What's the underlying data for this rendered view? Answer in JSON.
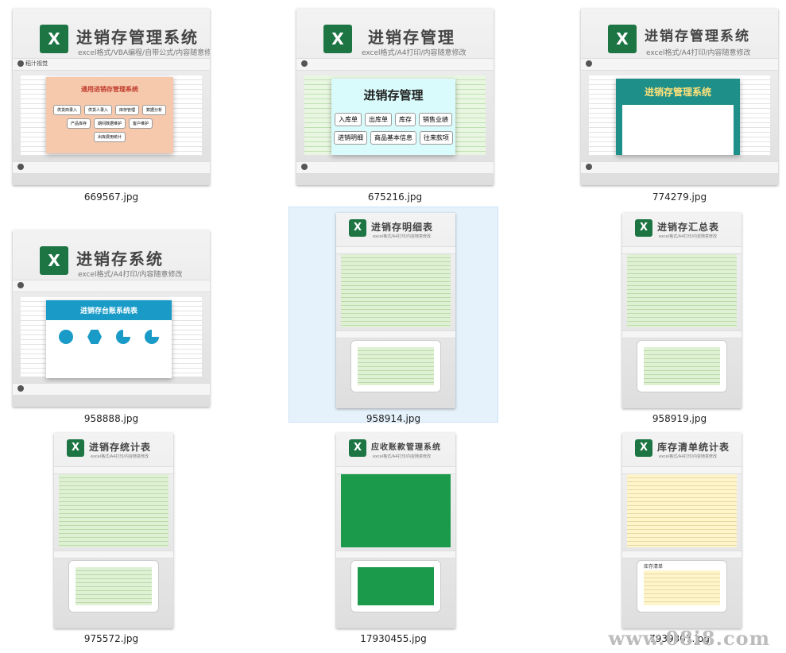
{
  "tiles": [
    {
      "file": "669567.jpg",
      "title": "进销存管理系统",
      "subtitle": "excel格式/VBA编程/自带公式/内容随意修改",
      "panel_title": "通用进销存管理系统",
      "buttons": [
        "供货商录入",
        "供货人录入",
        "库存管理",
        "数据分析",
        "产品库存",
        "期间数据维护",
        "客户维护",
        "出库费用统计"
      ]
    },
    {
      "file": "675216.jpg",
      "title": "进销存管理",
      "subtitle": "excel格式/A4打印/内容随意修改",
      "panel_title": "进销存管理",
      "buttons": [
        "入库单",
        "出库单",
        "库存",
        "销售业绩",
        "进销明细",
        "商品基本信息",
        "往来款项"
      ]
    },
    {
      "file": "774279.jpg",
      "title": "进销存管理系统",
      "subtitle": "excel格式/A4打印/内容随意修改",
      "panel_title": "进销存管理系统",
      "buttons": []
    },
    {
      "file": "958888.jpg",
      "title": "进销存系统",
      "subtitle": "excel格式/A4打印/内容随意修改",
      "panel_title": "进销存台账系统表",
      "buttons": []
    },
    {
      "file": "958914.jpg",
      "title": "进销存明细表",
      "subtitle": "excel格式/A4打印/内容随意修改",
      "panel_title": "",
      "buttons": []
    },
    {
      "file": "958919.jpg",
      "title": "进销存汇总表",
      "subtitle": "excel格式/A4打印/内容随意修改",
      "panel_title": "",
      "buttons": []
    },
    {
      "file": "975572.jpg",
      "title": "进销存统计表",
      "subtitle": "excel格式/A4打印/内容随意修改",
      "panel_title": "",
      "buttons": []
    },
    {
      "file": "17930455.jpg",
      "title": "应收账款管理系统",
      "subtitle": "excel格式/A4打印/内容随意修改",
      "panel_title": "",
      "buttons": []
    },
    {
      "file": "7939307.jpg",
      "title": "库存清单统计表",
      "subtitle": "excel格式/A4打印/内容随意修改",
      "panel_title": "库存清单",
      "buttons": []
    }
  ],
  "excel_icon_letter": "X",
  "brand": "稻汁视觉",
  "watermark": "www.08i8.com",
  "colors": {
    "excel_green": "#1d7544",
    "selection": "#e5f1fb",
    "selection_border": "#cce4f7"
  }
}
